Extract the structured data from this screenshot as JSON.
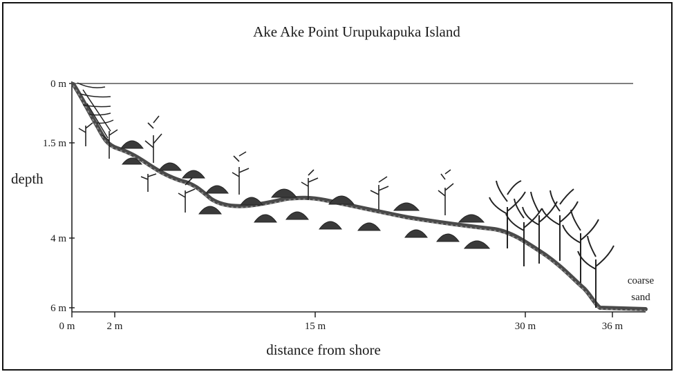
{
  "title": "Ake Ake Point Urupukapuka Island",
  "y_axis": {
    "label": "depth",
    "ticks": [
      "0 m",
      "1.5 m",
      "4 m",
      "6 m"
    ]
  },
  "x_axis": {
    "label": "distance from shore",
    "ticks": [
      "0 m",
      "2 m",
      "15 m",
      "30 m",
      "36 m"
    ]
  },
  "annotation": {
    "line1": "coarse",
    "line2": "sand"
  },
  "colors": {
    "ink": "#1a1a1a",
    "seabed": "#4a4a4a",
    "frame": "#111111"
  },
  "icons": [
    "kelp-icon",
    "sea-urchin-icon",
    "seaweed-icon"
  ]
}
